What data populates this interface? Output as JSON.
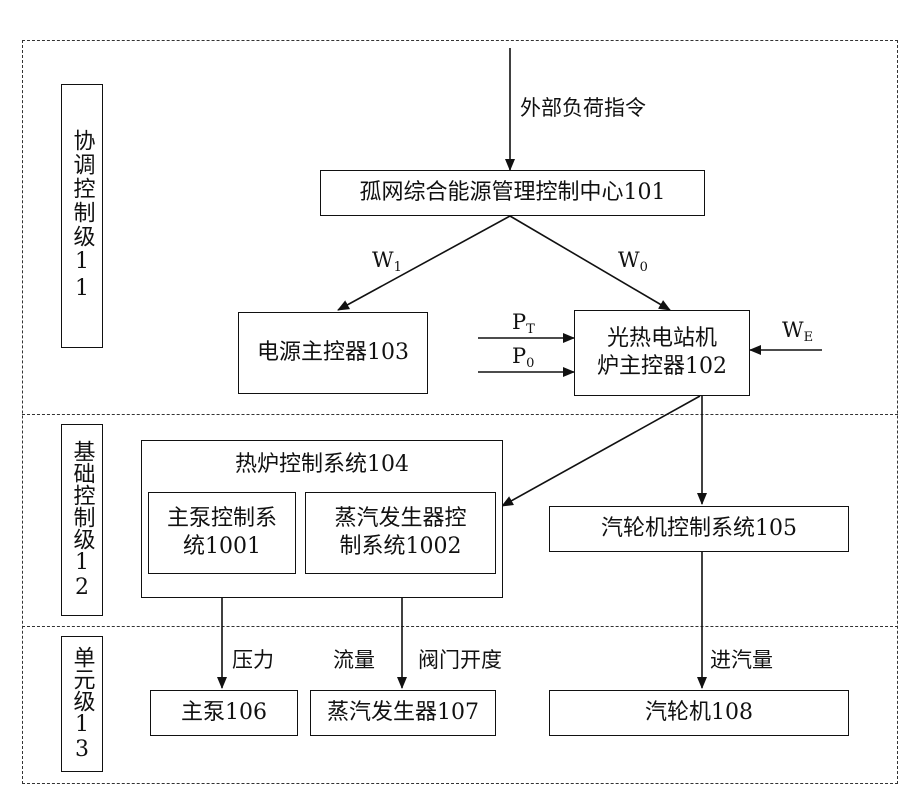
{
  "levels": {
    "coordination": "协调控制级11",
    "basic": "基础控制级12",
    "unit": "单元级13"
  },
  "nodes": {
    "center": "孤网综合能源管理控制中心101",
    "power_controller": "电源主控器103",
    "solar_boiler_line1": "光热电站机",
    "solar_boiler_line2": "炉主控器102",
    "furnace_system": "热炉控制系统104",
    "pump_control_line1": "主泵控制系",
    "pump_control_line2": "统1001",
    "sg_control_line1": "蒸汽发生器控",
    "sg_control_line2": "制系统1002",
    "turbine_control": "汽轮机控制系统105",
    "main_pump": "主泵106",
    "steam_generator": "蒸汽发生器107",
    "turbine": "汽轮机108"
  },
  "signals": {
    "external": "外部负荷指令",
    "w1_main": "W",
    "w1_sub": "1",
    "w0_main": "W",
    "w0_sub": "0",
    "we_main": "W",
    "we_sub": "E",
    "pt_main": "P",
    "pt_sub": "T",
    "p0_main": "P",
    "p0_sub": "0",
    "pressure": "压力",
    "flow": "流量",
    "valve": "阀门开度",
    "steam_in": "进汽量"
  }
}
